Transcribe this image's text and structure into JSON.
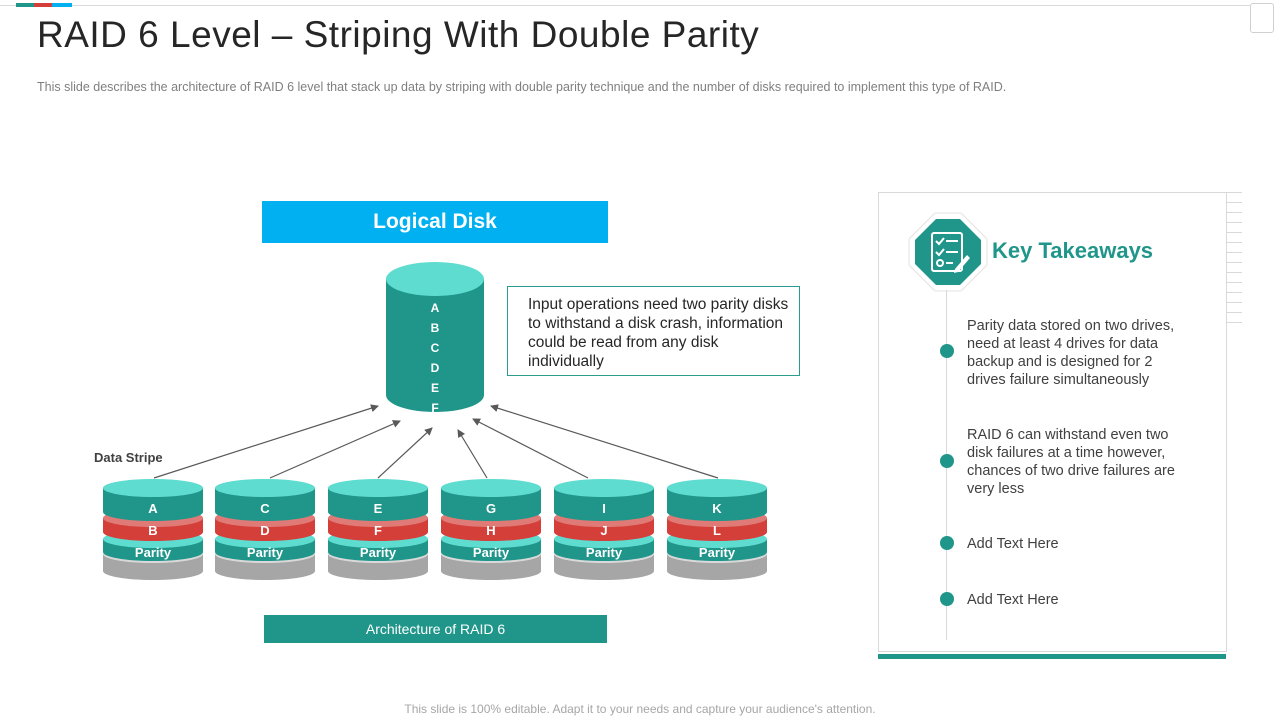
{
  "slide": {
    "title": "RAID 6 Level – Striping With Double Parity",
    "subtitle": "This slide describes the architecture of RAID 6 level that stack up data by striping with double parity technique and the number of disks required  to implement this type of RAID.",
    "footer": "This slide is 100% editable. Adapt it to your needs and capture your audience's attention."
  },
  "diagram": {
    "logical_disk_label": "Logical Disk",
    "logical_disk_letters": [
      "A",
      "B",
      "C",
      "D",
      "E",
      "F"
    ],
    "note": "Input  operations need two parity disks to withstand a disk crash, information could be read from any disk individually",
    "data_stripe_label": "Data Stripe",
    "architecture_label": "Architecture of RAID 6",
    "disks": [
      {
        "top": "A",
        "middle": "B",
        "bottom": "Parity"
      },
      {
        "top": "C",
        "middle": "D",
        "bottom": "Parity"
      },
      {
        "top": "E",
        "middle": "F",
        "bottom": "Parity"
      },
      {
        "top": "G",
        "middle": "H",
        "bottom": "Parity"
      },
      {
        "top": "I",
        "middle": "J",
        "bottom": "Parity"
      },
      {
        "top": "K",
        "middle": "L",
        "bottom": "Parity"
      }
    ],
    "colors": {
      "teal": "#20968a",
      "teal_light": "#5fdcd0",
      "red": "#d43f3a",
      "gray": "#a6a6a6",
      "blue": "#00b0f0"
    }
  },
  "takeaways": {
    "title": "Key Takeaways",
    "icon": "checklist-icon",
    "items": [
      "Parity data stored on two drives, need at least 4 drives for data backup and is designed for 2 drives failure simultaneously",
      "RAID 6 can withstand even two disk failures at a time however, chances of two drive failures are very less",
      "Add Text Here",
      "Add Text Here"
    ]
  }
}
